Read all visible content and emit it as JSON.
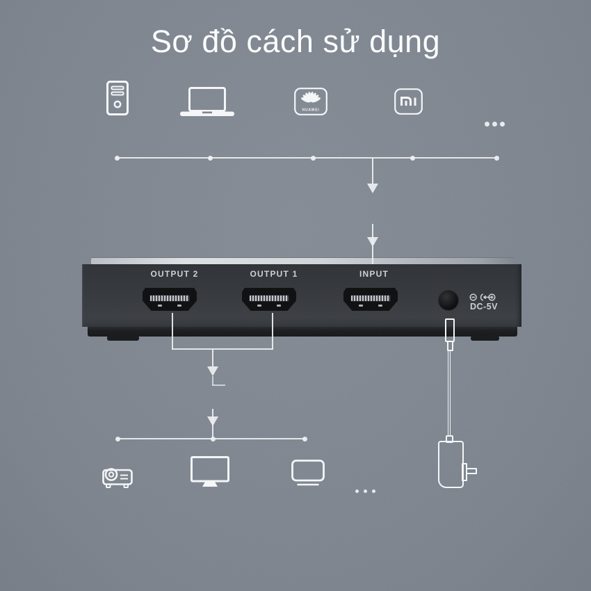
{
  "title": "Sơ đồ cách sử dụng",
  "colors": {
    "background": "#7b828c",
    "line": "#edeff1",
    "icon": "#f4f6f8",
    "title_text": "#fbfcfd",
    "label_text": "#ccd0d5",
    "device_face": "#303338",
    "device_bottom": "#17191d",
    "port_black": "#0a0b0d"
  },
  "sources": {
    "items": [
      {
        "icon": "desktop-tower-icon",
        "label": ""
      },
      {
        "icon": "laptop-icon",
        "label": ""
      },
      {
        "icon": "huawei-logo-icon",
        "label": "HUAWEI"
      },
      {
        "icon": "xiaomi-logo-icon",
        "label": "MI"
      },
      {
        "icon": "ellipsis-icon",
        "label": "..."
      }
    ]
  },
  "device": {
    "name": "2-in-1-out HDMI switcher",
    "ports": [
      {
        "label": "OUTPUT 2"
      },
      {
        "label": "OUTPUT 1"
      },
      {
        "label": "INPUT"
      }
    ],
    "power": {
      "label": "DC-5V",
      "symbol": "polarity-center-positive"
    }
  },
  "outputs": {
    "items": [
      {
        "icon": "projector-icon",
        "label": ""
      },
      {
        "icon": "monitor-icon",
        "label": ""
      },
      {
        "icon": "tv-icon",
        "label": ""
      },
      {
        "icon": "ellipsis-icon",
        "label": "..."
      }
    ]
  }
}
